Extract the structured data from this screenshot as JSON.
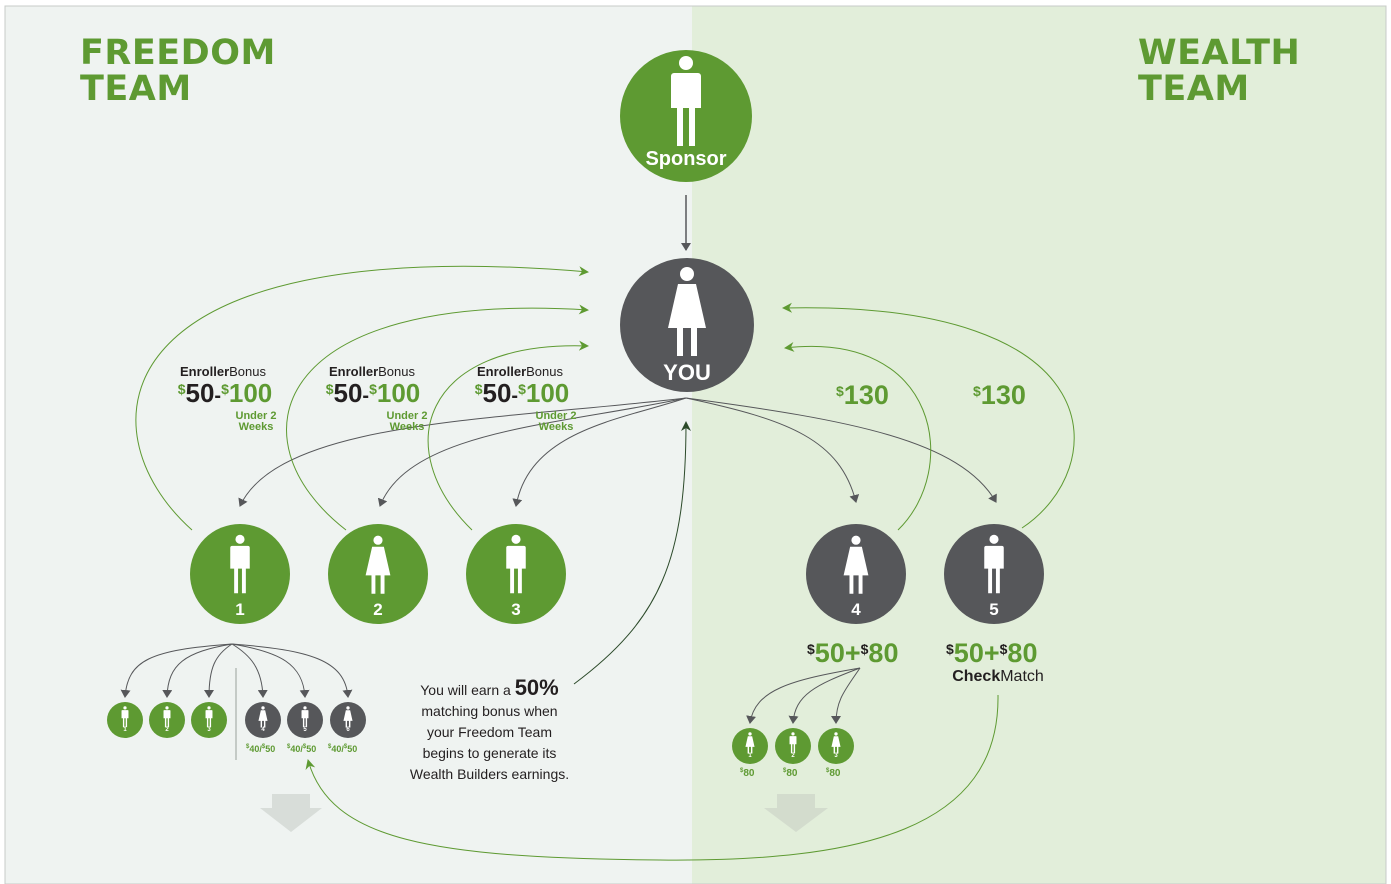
{
  "freedom_team": {
    "title_line1": "FREEDOM",
    "title_line2": "TEAM"
  },
  "wealth_team": {
    "title_line1": "WEALTH",
    "title_line2": "TEAM"
  },
  "sponsor": {
    "label": "Sponsor"
  },
  "you": {
    "label": "YOU"
  },
  "enroller_bonus": {
    "word_bold": "Enroller",
    "word_regular": "Bonus",
    "currency": "$",
    "low": "50",
    "separator": "-",
    "high": "100",
    "note_line1": "Under 2",
    "note_line2": "Weeks"
  },
  "freedom_members": [
    "1",
    "2",
    "3"
  ],
  "wealth_members": [
    "4",
    "5"
  ],
  "wealth_bonus": {
    "currency": "$",
    "value": "130"
  },
  "wealth_member_bonus": {
    "currency": "$",
    "first": "50",
    "plus": "+",
    "second": "80"
  },
  "check_match": {
    "bold": "Check",
    "regular": "Match"
  },
  "freedom_downline": {
    "green": [
      "1",
      "2",
      "3"
    ],
    "gray": [
      "4",
      "5",
      "6"
    ],
    "gray_amount": {
      "currency": "$",
      "first": "40",
      "slash": "/",
      "second": "50"
    }
  },
  "wealth_downline": {
    "members": [
      "1",
      "2",
      "3"
    ],
    "amount": {
      "currency": "$",
      "value": "80"
    }
  },
  "matching_note": {
    "line1_pre": "You will earn a",
    "percent": "50%",
    "line2": "matching bonus when",
    "line3": "your Freedom Team",
    "line4": "begins to generate its",
    "line5": "Wealth Builders earnings."
  },
  "colors": {
    "green": "#5e9a32",
    "gray": "#56575a",
    "freedom_bg": "#eff3f1",
    "wealth_bg": "#e2eeda",
    "text_dark": "#231f20",
    "downline_arrow": "#d8ddd9"
  },
  "icons": {
    "person": "male-person-icon",
    "woman": "female-person-icon"
  }
}
